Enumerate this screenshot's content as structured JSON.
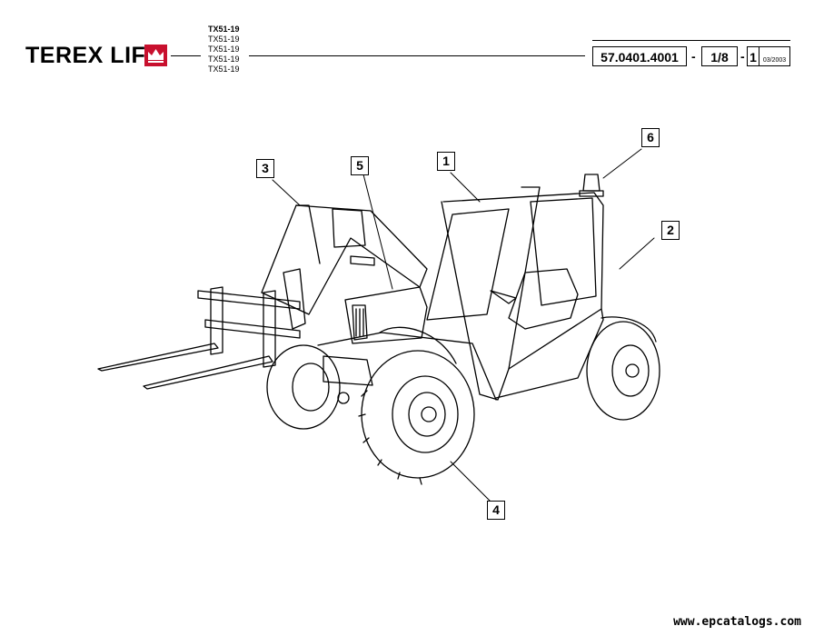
{
  "header": {
    "logo": "TEREX LIFT",
    "models": [
      "TX51-19",
      "TX51-19",
      "TX51-19",
      "TX51-19",
      "TX51-19"
    ],
    "part_number": "57.0401.4001",
    "separator": "-",
    "page": "1/8",
    "revision": "1",
    "date": "03/2003"
  },
  "callouts": [
    "1",
    "2",
    "3",
    "4",
    "5",
    "6"
  ],
  "watermark": "www.epcatalogs.com",
  "colors": {
    "logo_red": "#c8102e"
  }
}
